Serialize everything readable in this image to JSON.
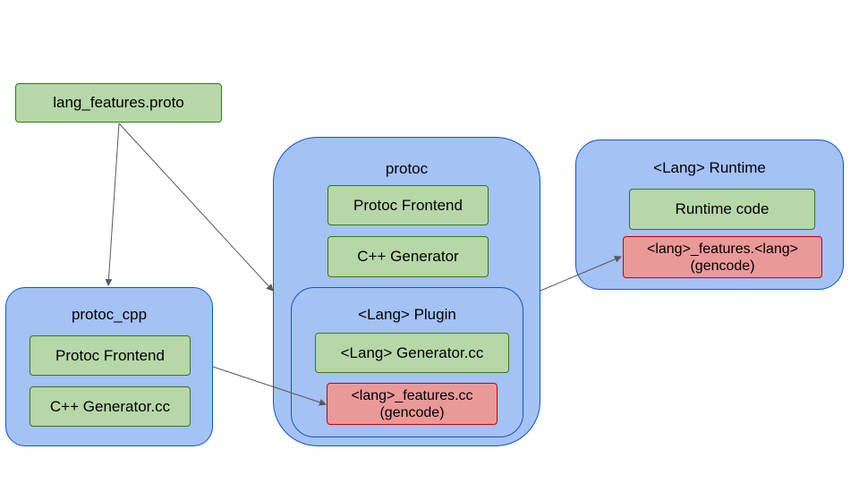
{
  "source_box": {
    "label": "lang_features.proto"
  },
  "protoc_cpp": {
    "title": "protoc_cpp",
    "items": [
      "Protoc Frontend",
      "C++ Generator.cc"
    ]
  },
  "protoc": {
    "title": "protoc",
    "items": [
      "Protoc Frontend",
      "C++ Generator"
    ],
    "plugin": {
      "title": "<Lang> Plugin",
      "generator": "<Lang> Generator.cc",
      "gencode_line1": "<lang>_features.cc",
      "gencode_line2": "(gencode)"
    }
  },
  "runtime": {
    "title": "<Lang> Runtime",
    "code": "Runtime code",
    "gencode_line1": "<lang>_features.<lang>",
    "gencode_line2": "(gencode)"
  },
  "colors": {
    "container_fill": "#a4c2f4",
    "container_border": "#1155cc",
    "box_fill": "#b6d7a8",
    "box_border": "#38761d",
    "gencode_fill": "#ea9999",
    "gencode_border": "#cc0000",
    "arrow": "#595959"
  }
}
